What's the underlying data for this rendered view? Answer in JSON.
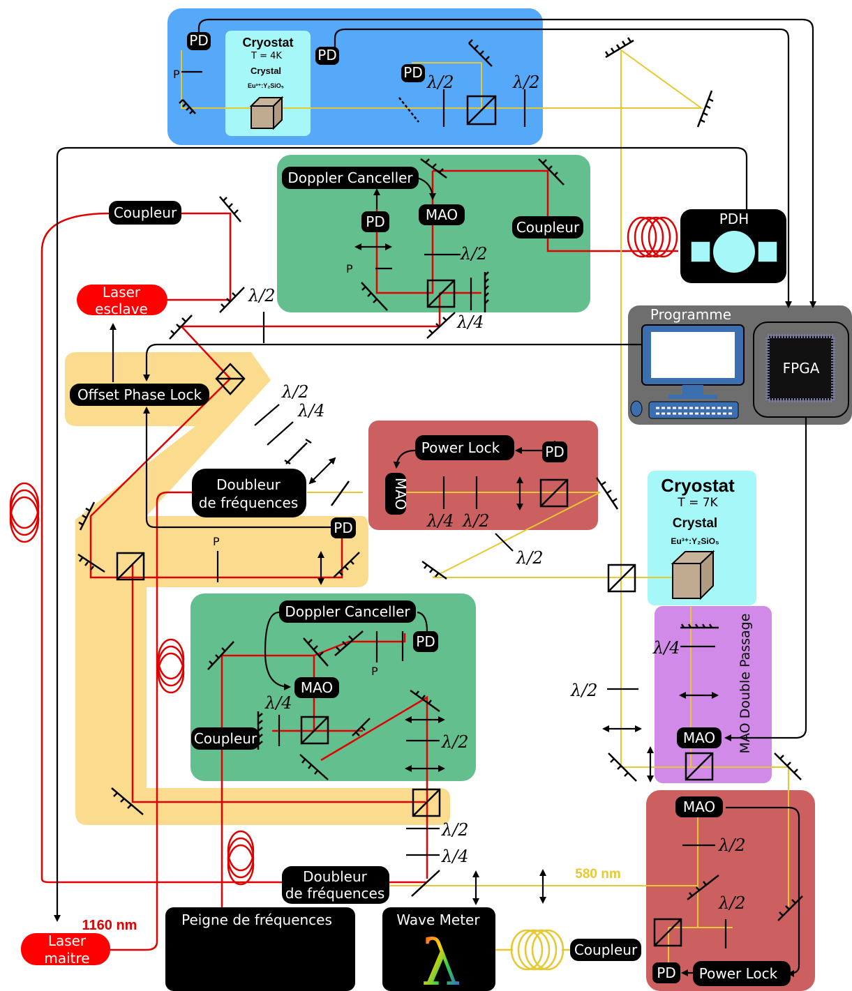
{
  "cryostat_top": {
    "title": "Cryostat",
    "temp": "T = 4K",
    "crystal": "Crystal",
    "material": "Eu³⁺:Y₂SiO₅"
  },
  "cryostat_mid": {
    "title": "Cryostat",
    "temp": "T = 7K",
    "crystal": "Crystal",
    "material": "Eu³⁺:Y₂SiO₅"
  },
  "labels": {
    "pd": "PD",
    "p": "P",
    "half_wave": "λ/2",
    "quarter_wave": "λ/4",
    "doppler": "Doppler Canceller",
    "mao": "MAO",
    "coupleur": "Coupleur",
    "pdh": "PDH",
    "programme": "Programme",
    "fpga": "FPGA",
    "laser_esclave_1": "Laser",
    "laser_esclave_2": "esclave",
    "offset_phase_lock": "Offset Phase Lock",
    "power_lock": "Power Lock",
    "doubleur_1": "Doubleur",
    "doubleur_2": "de fréquences",
    "mao_double_passage": "MAO Double Passage",
    "nm580": "580 nm",
    "nm1160": "1160 nm",
    "laser_maitre_1": "Laser",
    "laser_maitre_2": "maitre",
    "peigne": "Peigne de fréquences",
    "wavemeter": "Wave Meter",
    "lambda": "λ"
  },
  "colors": {
    "blue_zone": "#56a8f8",
    "cyan_cryo": "#a6f7f7",
    "green_zone": "#63bf8d",
    "red_zone": "#cc6060",
    "yellow_zone": "#fbdc8f",
    "purple_zone": "#d18ae8",
    "grey_zone": "#6e6e6e",
    "beam_red": "#e00000",
    "beam_yellow": "#e8c832"
  }
}
